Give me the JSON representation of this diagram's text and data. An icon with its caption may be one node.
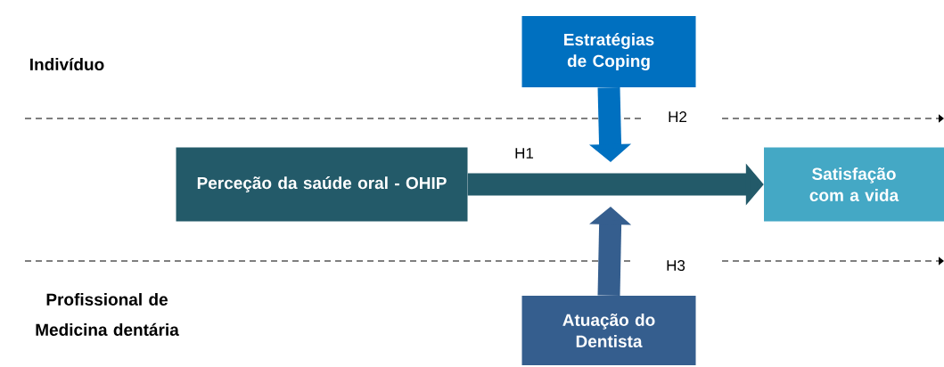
{
  "diagram": {
    "nodes": [
      {
        "text": [
          "Estratégias de Coping"
        ]
      },
      {
        "text": [
          "Perceção da saúde oral - OHIP"
        ]
      },
      {
        "text": [
          "Satisfação com a vida"
        ]
      },
      {
        "text": [
          "Atuação do Dentista"
        ]
      }
    ],
    "edges": [
      {
        "from": 1,
        "to": 2,
        "arrow": "to",
        "label": "H1",
        "color": "#235a69"
      },
      {
        "from": 0,
        "to": null,
        "arrow": "to",
        "label": "H2",
        "color": "#0070c0"
      },
      {
        "from": 3,
        "to": null,
        "arrow": "to",
        "label": "H3",
        "color": "#355e8e"
      }
    ],
    "labels": [
      "Indivíduo",
      "Profissional de Medicina dentária"
    ]
  }
}
